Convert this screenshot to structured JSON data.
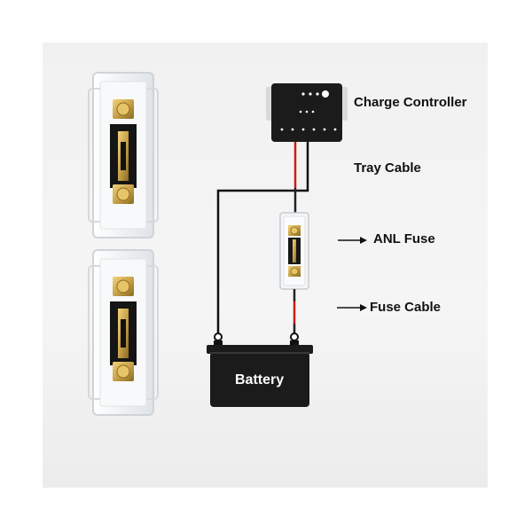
{
  "labels": {
    "charge_controller": "Charge Controller",
    "tray_cable": "Tray Cable",
    "anl_fuse": "ANL Fuse",
    "fuse_cable": "Fuse Cable",
    "battery": "Battery"
  },
  "colors": {
    "background": "#f3f3f3",
    "positive_wire": "#cc1a1a",
    "negative_wire": "#111111",
    "device_body": "#1b1b1b",
    "brass": "#c9a34a"
  },
  "icons": {
    "fuse_holders": [
      "anl-fuse-holder-icon",
      "anl-fuse-holder-icon"
    ],
    "arrows": [
      "right-arrow-icon",
      "right-arrow-icon"
    ]
  }
}
